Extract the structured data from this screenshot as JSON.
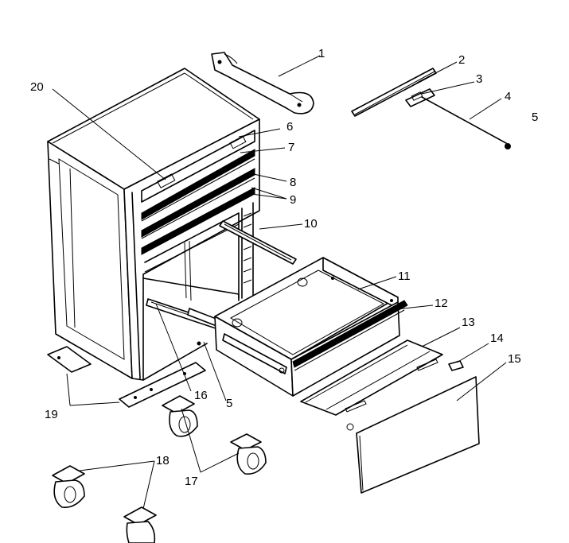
{
  "diagram": {
    "callouts": [
      {
        "id": "1",
        "label": "1"
      },
      {
        "id": "2",
        "label": "2"
      },
      {
        "id": "3",
        "label": "3"
      },
      {
        "id": "4",
        "label": "4"
      },
      {
        "id": "5a",
        "label": "5"
      },
      {
        "id": "6",
        "label": "6"
      },
      {
        "id": "7",
        "label": "7"
      },
      {
        "id": "8",
        "label": "8"
      },
      {
        "id": "9",
        "label": "9"
      },
      {
        "id": "10",
        "label": "10"
      },
      {
        "id": "11",
        "label": "11"
      },
      {
        "id": "12",
        "label": "12"
      },
      {
        "id": "13",
        "label": "13"
      },
      {
        "id": "14",
        "label": "14"
      },
      {
        "id": "15",
        "label": "15"
      },
      {
        "id": "16",
        "label": "16"
      },
      {
        "id": "5b",
        "label": "5"
      },
      {
        "id": "17",
        "label": "17"
      },
      {
        "id": "18",
        "label": "18"
      },
      {
        "id": "19",
        "label": "19"
      },
      {
        "id": "20",
        "label": "20"
      }
    ]
  }
}
